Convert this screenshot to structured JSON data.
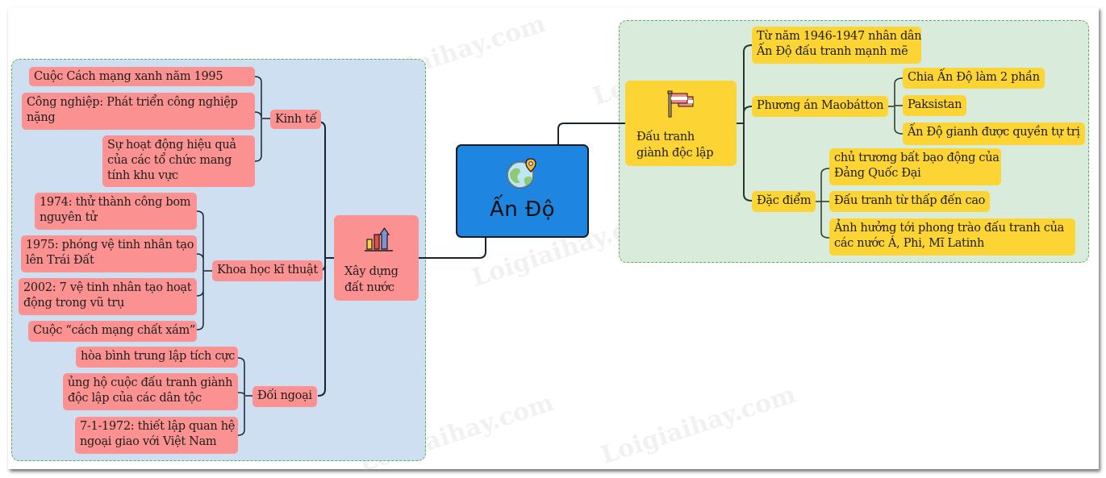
{
  "root": {
    "label": "Ấn Độ",
    "icon": "globe-pin-icon"
  },
  "watermark": "Loigiaihay.com",
  "left_branch": {
    "label_line1": "Xây dựng",
    "label_line2": "đất nước",
    "icon": "bar-chart-growth-icon",
    "color": "#fb9190",
    "group_color": "#cddff0",
    "topics": [
      {
        "label": "Kinh tế",
        "items": [
          [
            "Cuộc Cách mạng xanh năm 1995"
          ],
          [
            "Công nghiệp: Phát triển công nghiệp",
            "nặng"
          ],
          [
            "Sự hoạt động hiệu quả",
            "của các tổ chức mang",
            "tính khu vực"
          ]
        ]
      },
      {
        "label": "Khoa học kĩ thuật",
        "items": [
          [
            "1974:  thử thành công bom",
            "nguyên tử"
          ],
          [
            "1975: phóng vệ tinh nhân tạo",
            "lên Trái Đất"
          ],
          [
            "2002:  7 vệ tinh nhân tạo hoạt",
            "động trong vũ trụ"
          ],
          [
            "Cuộc “cách mạng chất xám”"
          ]
        ]
      },
      {
        "label": "Đối ngoại",
        "items": [
          [
            "hòa bình trung lập tích cực"
          ],
          [
            "ủng hộ cuộc đấu tranh giành",
            "độc lập của các dân tộc"
          ],
          [
            "7-1-1972: thiết lập quan hệ",
            "ngoại giao với Việt Nam"
          ]
        ]
      }
    ]
  },
  "right_branch": {
    "label_line1": "Đấu tranh",
    "label_line2": "giành độc lập",
    "icon": "flag-icon",
    "color": "#fcd535",
    "group_color": "#d9ecdc",
    "topics": [
      {
        "label": [
          "Từ năm 1946-1947 nhân dân",
          "Ấn Độ đấu tranh mạnh mẽ"
        ],
        "items": []
      },
      {
        "label": [
          "Phương án Maobátton"
        ],
        "items": [
          [
            "Chia Ấn Độ làm 2 phần"
          ],
          [
            "Paksistan"
          ],
          [
            "Ấn Độ gianh được quyền tự trị"
          ]
        ]
      },
      {
        "label": [
          "Đặc điểm"
        ],
        "items": [
          [
            "chủ trương bất bạo động của",
            "Đảng Quốc Đại"
          ],
          [
            "Đấu tranh từ thấp đến cao"
          ],
          [
            "Ảnh hưởng tới phong trào đấu tranh của",
            "các nước Á, Phi, Mĩ Latinh"
          ]
        ]
      }
    ]
  }
}
